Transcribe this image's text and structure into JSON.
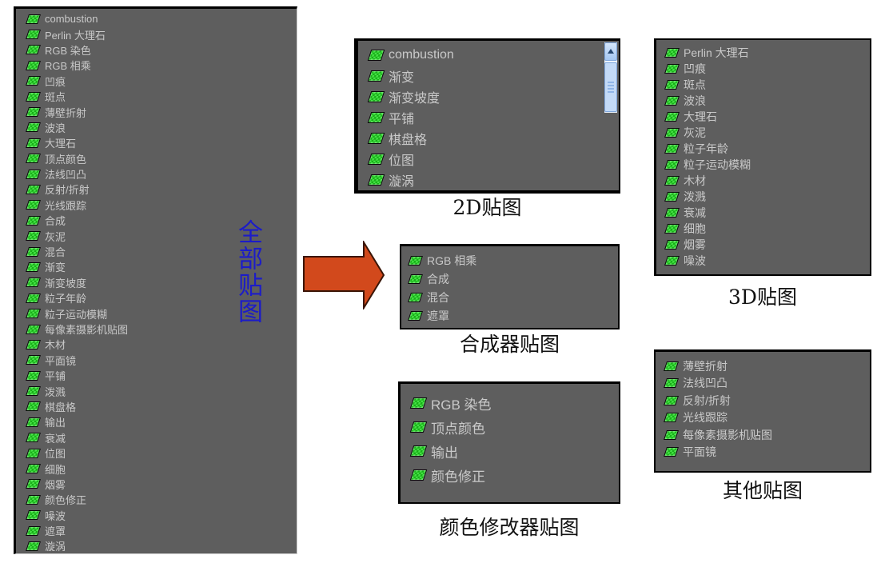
{
  "colors": {
    "page_bg": "#FFFFFF",
    "panel_bg": "#5E5E5E",
    "panel_text": "#C9C9C9",
    "panel_border": "#000000",
    "icon_green_light": "#45E045",
    "icon_green_dark": "#18B018",
    "arrow_fill": "#D2491C",
    "arrow_stroke": "#3A1506",
    "label_blue": "#1C1CC8",
    "caption_color": "#111111",
    "scrollbar_face": "#C3DAF7",
    "scrollbar_border": "#7FA7DD"
  },
  "all_maps": {
    "label_vertical": "全部贴图",
    "items": [
      "combustion",
      "Perlin 大理石",
      "RGB 染色",
      "RGB 相乘",
      "凹痕",
      "斑点",
      "薄壁折射",
      "波浪",
      "大理石",
      "顶点颜色",
      "法线凹凸",
      "反射/折射",
      "光线跟踪",
      "合成",
      "灰泥",
      "混合",
      "渐变",
      "渐变坡度",
      "粒子年龄",
      "粒子运动模糊",
      "每像素摄影机贴图",
      "木材",
      "平面镜",
      "平铺",
      "泼溅",
      "棋盘格",
      "输出",
      "衰减",
      "位图",
      "细胞",
      "烟雾",
      "颜色修正",
      "噪波",
      "遮罩",
      "漩涡"
    ]
  },
  "groups": {
    "maps_2d": {
      "caption": "2D贴图",
      "items": [
        "combustion",
        "渐变",
        "渐变坡度",
        "平铺",
        "棋盘格",
        "位图",
        "漩涡"
      ]
    },
    "compositor": {
      "caption": "合成器贴图",
      "items": [
        "RGB 相乘",
        "合成",
        "混合",
        "遮罩"
      ]
    },
    "color_modifier": {
      "caption": "颜色修改器贴图",
      "items": [
        "RGB 染色",
        "顶点颜色",
        "输出",
        "颜色修正"
      ]
    },
    "maps_3d": {
      "caption": "3D贴图",
      "items": [
        "Perlin 大理石",
        "凹痕",
        "斑点",
        "波浪",
        "大理石",
        "灰泥",
        "粒子年龄",
        "粒子运动模糊",
        "木材",
        "泼溅",
        "衰减",
        "细胞",
        "烟雾",
        "噪波"
      ]
    },
    "other": {
      "caption": "其他贴图",
      "items": [
        "薄壁折射",
        "法线凹凸",
        "反射/折射",
        "光线跟踪",
        "每像素摄影机贴图",
        "平面镜"
      ]
    }
  }
}
